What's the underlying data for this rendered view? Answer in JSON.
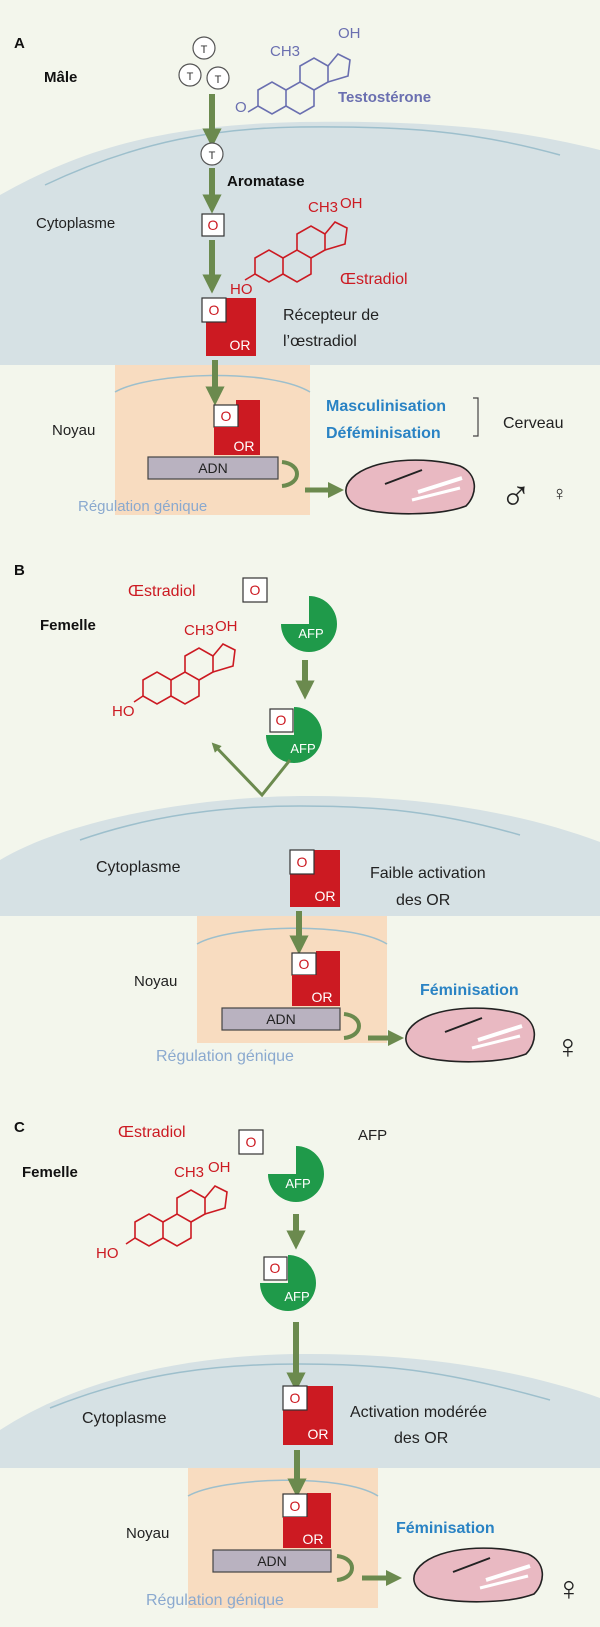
{
  "colors": {
    "background": "#f3f6ec",
    "cytoplasm": "#d6e1e4",
    "nucleus": "#f8dcc0",
    "estradiol_red": "#cc1a22",
    "testosterone_blue": "#6a6fb0",
    "arrow_green": "#6b8a4e",
    "afp_green": "#1f9a4a",
    "adn_grey": "#b9b2c0",
    "emphasis_blue": "#2a83c4",
    "gene_regulation_blue": "#8aa9cf",
    "brain_pink": "#e9b9c2"
  },
  "panels": [
    {
      "letter": "A",
      "sex": "Mâle",
      "testosterone_label": "Testostérone",
      "testosterone_formula_ch3oh": "CH3OH",
      "testosterone_o": "O",
      "t_token": "T",
      "aromatase": "Aromatase",
      "cytoplasme": "Cytoplasme",
      "o_token": "O",
      "estradiol_label": "Œstradiol",
      "estradiol_ho": "HO",
      "estradiol_ch3": "CH3",
      "estradiol_oh": "OH",
      "receptor_line1": "Récepteur de",
      "receptor_line2": "l’œstradiol",
      "or_label": "OR",
      "noyau": "Noyau",
      "adn": "ADN",
      "regulation": "Régulation génique",
      "effect1": "Masculinisation",
      "effect2": "Déféminisation",
      "cerveau": "Cerveau",
      "male_symbol": "♂",
      "female_symbol": "♀"
    },
    {
      "letter": "B",
      "sex": "Femelle",
      "estradiol_label": "Œstradiol",
      "estradiol_ho": "HO",
      "estradiol_ch3": "CH3",
      "estradiol_oh": "OH",
      "o_token": "O",
      "afp": "AFP",
      "cytoplasme": "Cytoplasme",
      "activation_line1": "Faible activation",
      "activation_line2": "des OR",
      "or_label": "OR",
      "noyau": "Noyau",
      "adn": "ADN",
      "regulation": "Régulation génique",
      "effect": "Féminisation",
      "female_symbol": "♀"
    },
    {
      "letter": "C",
      "sex": "Femelle",
      "estradiol_label": "Œstradiol",
      "estradiol_ho": "HO",
      "estradiol_ch3": "CH3",
      "estradiol_oh": "OH",
      "o_token": "O",
      "afp": "AFP",
      "afp_free_label": "AFP",
      "cytoplasme": "Cytoplasme",
      "activation_line1": "Activation modérée",
      "activation_line2": "des OR",
      "or_label": "OR",
      "noyau": "Noyau",
      "adn": "ADN",
      "regulation": "Régulation génique",
      "effect": "Féminisation",
      "female_symbol": "♀"
    }
  ]
}
